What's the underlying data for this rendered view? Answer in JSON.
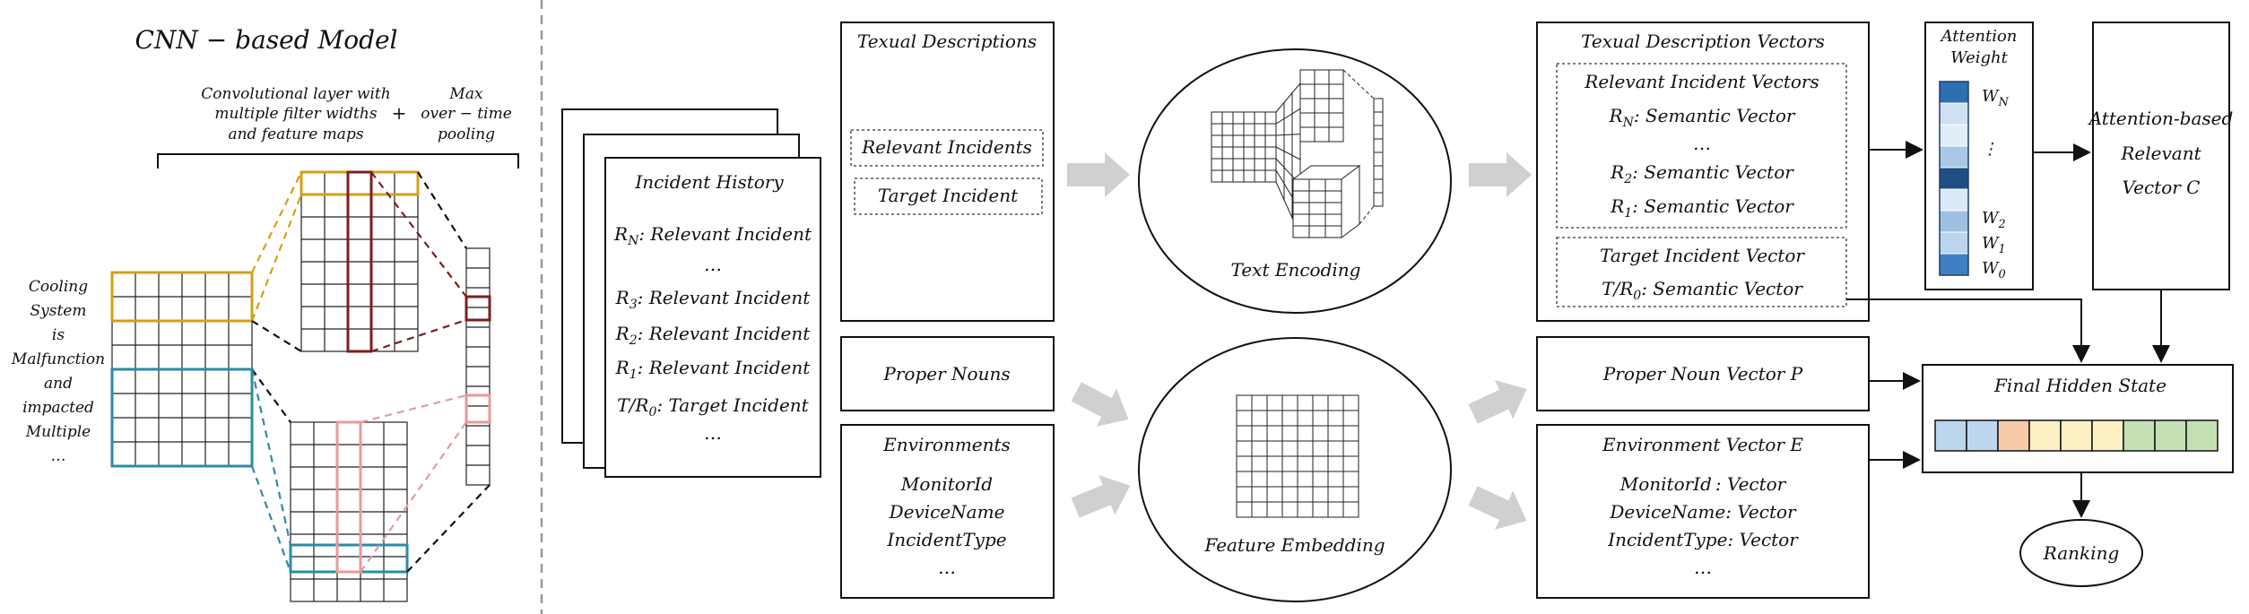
{
  "cnn": {
    "title": "CNN − based Model",
    "conv_label": [
      "Convolutional layer with",
      "multiple filter widths",
      "and feature maps"
    ],
    "plus": "+",
    "pool_label": [
      "Max",
      "over − time",
      "pooling"
    ],
    "input_words": [
      "Cooling",
      "System",
      "is",
      "Malfunction",
      "and",
      "impacted",
      "Multiple",
      "…"
    ]
  },
  "history": {
    "title": "Incident History",
    "items": [
      {
        "sym": "R",
        "sub": "N",
        "text": ": Relevant Incident"
      },
      {
        "sym": "",
        "sub": "",
        "text": "…"
      },
      {
        "sym": "R",
        "sub": "3",
        "text": ": Relevant Incident"
      },
      {
        "sym": "R",
        "sub": "2",
        "text": ": Relevant Incident"
      },
      {
        "sym": "R",
        "sub": "1",
        "text": ": Relevant Incident"
      },
      {
        "sym": "T/R",
        "sub": "0",
        "text": ":  Target Incident"
      },
      {
        "sym": "",
        "sub": "",
        "text": "…"
      }
    ]
  },
  "textual": {
    "title": "Texual Descriptions",
    "relevant": "Relevant Incidents",
    "target": "Target Incident"
  },
  "proper_nouns": {
    "title": "Proper Nouns"
  },
  "environments": {
    "title": "Environments",
    "items": [
      "MonitorId",
      "DeviceName",
      "IncidentType",
      "…"
    ]
  },
  "encoders": {
    "text": "Text Encoding",
    "feature": "Feature Embedding"
  },
  "vectors": {
    "title": "Texual Description Vectors",
    "relevant_title": "Relevant Incident Vectors",
    "relevant_items": [
      {
        "sym": "R",
        "sub": "N",
        "text": ": Semantic Vector"
      },
      {
        "sym": "",
        "sub": "",
        "text": "…"
      },
      {
        "sym": "R",
        "sub": "2",
        "text": ": Semantic Vector"
      },
      {
        "sym": "R",
        "sub": "1",
        "text": ": Semantic Vector"
      }
    ],
    "target_title": "Target Incident Vector",
    "target_item": {
      "sym": "T/R",
      "sub": "0",
      "text": ":  Semantic Vector"
    }
  },
  "proper_vec": {
    "title": "Proper Noun Vector P"
  },
  "env_vec": {
    "title": "Environment Vector E",
    "items": [
      "MonitorId : Vector",
      "DeviceName: Vector",
      "IncidentType: Vector",
      "…"
    ]
  },
  "attention": {
    "title": [
      "Attention",
      "Weight"
    ],
    "weights": [
      {
        "sym": "W",
        "sub": "N"
      },
      {
        "sym": "⋮",
        "sub": ""
      },
      {
        "sym": "W",
        "sub": "2"
      },
      {
        "sym": "W",
        "sub": "1"
      },
      {
        "sym": "W",
        "sub": "0"
      }
    ],
    "cell_colors": [
      "#2e6fb2",
      "#cfe0f2",
      "#e3edf8",
      "#a9c8e6",
      "#1f4e82",
      "#dce9f6",
      "#9dc0e3",
      "#bcd5ee",
      "#3f7fc2"
    ]
  },
  "attention_vec": {
    "lines": [
      "Attention-based",
      "Relevant",
      "Vector C"
    ]
  },
  "hidden": {
    "title": "Final Hidden State",
    "cell_colors": [
      "#bcd6ee",
      "#bcd6ee",
      "#f6c9a7",
      "#fdf0c4",
      "#fdf0c4",
      "#fdf0c4",
      "#c5e0b4",
      "#c5e0b4",
      "#c5e0b4"
    ]
  },
  "ranking": {
    "label": "Ranking"
  },
  "colors": {
    "yellow": "#d4a017",
    "teal": "#2e8ba6",
    "dark_red": "#7b1f1f",
    "pink": "#e89a9a",
    "gray_arrow": "#d0d0d0"
  }
}
